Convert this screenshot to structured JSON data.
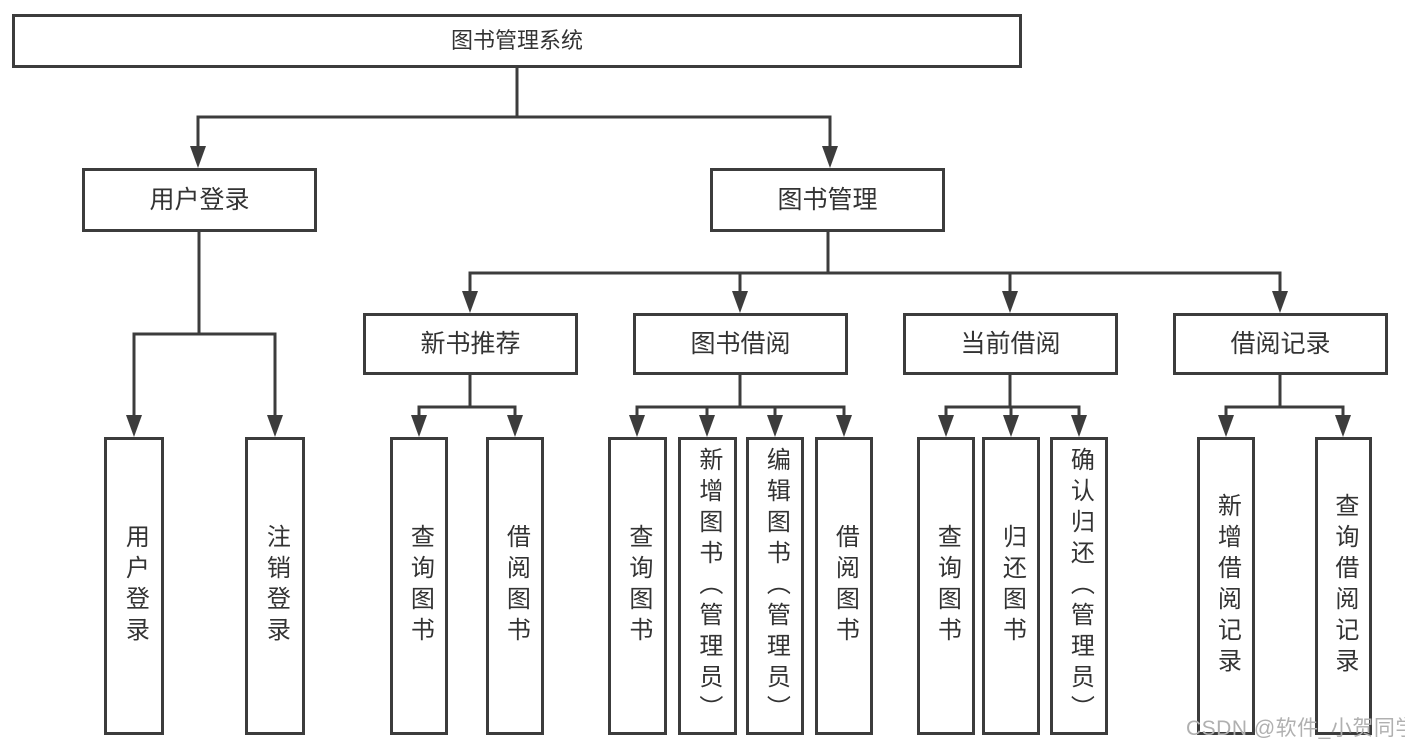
{
  "diagram": {
    "root": {
      "label": "图书管理系统"
    },
    "level2": {
      "user_login": {
        "label": "用户登录"
      },
      "book_mgmt": {
        "label": "图书管理"
      }
    },
    "level3": {
      "new_book_rec": {
        "label": "新书推荐"
      },
      "book_borrow": {
        "label": "图书借阅"
      },
      "current_borrow": {
        "label": "当前借阅"
      },
      "borrow_record": {
        "label": "借阅记录"
      }
    },
    "leaves": {
      "user_login": {
        "label": "用户登录"
      },
      "logout": {
        "label": "注销登录"
      },
      "rec_query_book": {
        "label": "查询图书"
      },
      "rec_borrow_book": {
        "label": "借阅图书"
      },
      "borrow_query_book": {
        "label": "查询图书"
      },
      "borrow_add_book": {
        "label": "新增图书（管理员）"
      },
      "borrow_edit_book": {
        "label": "编辑图书（管理员）"
      },
      "borrow_borrow_book": {
        "label": "借阅图书"
      },
      "current_query_book": {
        "label": "查询图书"
      },
      "current_return_book": {
        "label": "归还图书"
      },
      "current_confirm_return": {
        "label": "确认归还（管理员）"
      },
      "record_add": {
        "label": "新增借阅记录"
      },
      "record_query": {
        "label": "查询借阅记录"
      }
    }
  },
  "watermark": {
    "text": "CSDN @软件_小贺同学"
  },
  "colors": {
    "line": "#3c3c3c",
    "text": "#333333",
    "watermark": "#b0b0b0",
    "background": "#ffffff"
  }
}
